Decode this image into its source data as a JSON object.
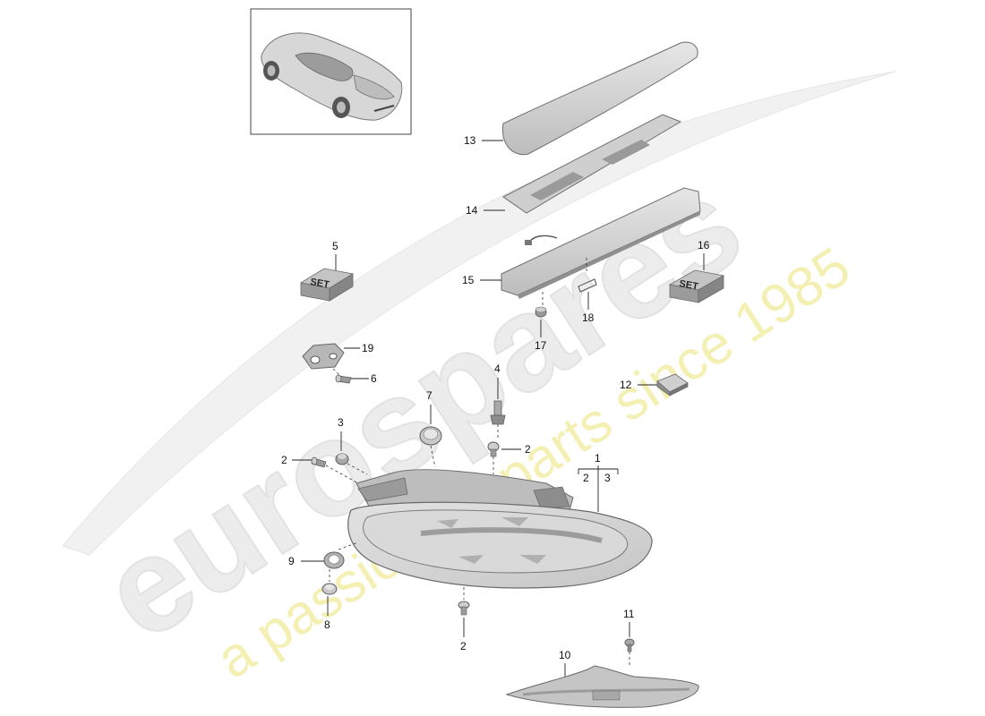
{
  "watermark": {
    "brand": "eurospares",
    "tagline": "a passion for parts since 1985"
  },
  "thumbnail": {
    "icon": "car-icon"
  },
  "kit_label": "SET",
  "callouts": {
    "c1": "1",
    "c2": "2",
    "c3": "3",
    "c4": "4",
    "c5": "5",
    "c6": "6",
    "c7": "7",
    "c8": "8",
    "c9": "9",
    "c10": "10",
    "c11": "11",
    "c12": "12",
    "c13": "13",
    "c14": "14",
    "c15": "15",
    "c16": "16",
    "c17": "17",
    "c18": "18",
    "c19": "19"
  },
  "colors": {
    "part_fill": "#d4d4d4",
    "part_dark": "#a9a9a9",
    "watermark_grey": "#ececec",
    "watermark_yellow": "#f1eb9c"
  }
}
